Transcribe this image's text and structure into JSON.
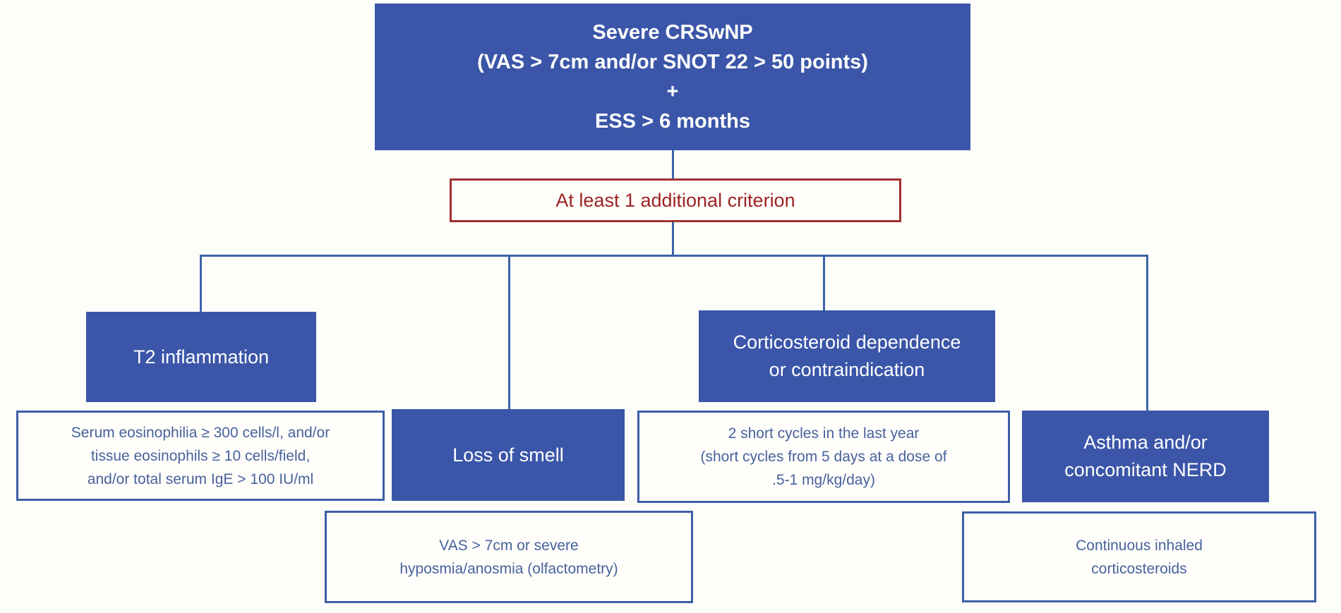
{
  "colors": {
    "node_fill_blue": "#3b56a8",
    "node_text_white": "#ffffff",
    "outline_blue": "#3c5fa7",
    "connector_blue": "#3c64a8",
    "detail_text_blue": "#47629b",
    "criterion_border_red": "#a23030",
    "criterion_text_red": "#9c2323",
    "background": "#fdfdfa"
  },
  "flowchart": {
    "root": {
      "line1": "Severe CRSwNP",
      "line2": "(VAS > 7cm and/or SNOT 22 > 50 points)",
      "line3": "+",
      "line4": "ESS > 6 months"
    },
    "criterion": {
      "label": "At least 1 additional criterion"
    },
    "t2": {
      "title": "T2 inflammation",
      "detail1": "Serum eosinophilia ≥ 300 cells/l, and/or",
      "detail2": "tissue eosinophils ≥ 10 cells/field,",
      "detail3": "and/or total serum IgE > 100 IU/ml"
    },
    "smell": {
      "title": "Loss of smell",
      "detail1": "VAS > 7cm or severe",
      "detail2": "hyposmia/anosmia (olfactometry)"
    },
    "cortico": {
      "title1": "Corticosteroid dependence",
      "title2": "or contraindication",
      "detail1": "2 short cycles in the last year",
      "detail2": "(short cycles from 5 days at a dose of",
      "detail3": ".5-1 mg/kg/day)"
    },
    "asthma": {
      "title1": "Asthma and/or",
      "title2": "concomitant NERD",
      "detail1": "Continuous inhaled",
      "detail2": "corticosteroids"
    }
  }
}
